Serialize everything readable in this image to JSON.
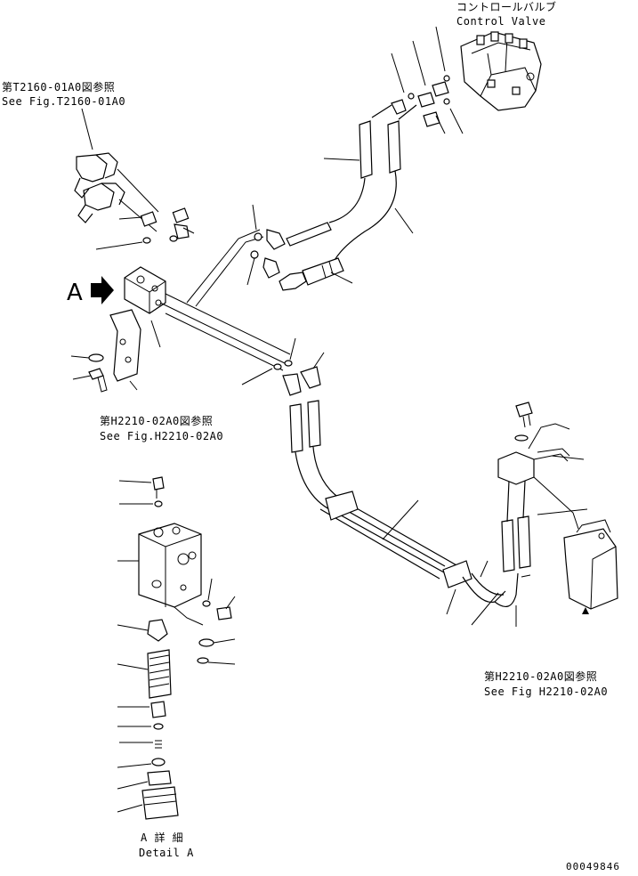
{
  "labels": {
    "control_valve_jp": "コントロールバルブ",
    "control_valve_en": "Control Valve",
    "ref_top_jp": "第T2160-01A0図参照",
    "ref_top_en": "See Fig.T2160-01A0",
    "ref_mid_jp": "第H2210-02A0図参照",
    "ref_mid_en": "See Fig.H2210-02A0",
    "ref_right_jp": "第H2210-02A0図参照",
    "ref_right_en": "See Fig H2210-02A0",
    "view_marker": "A",
    "detail_jp": "A 詳 細",
    "detail_en": "Detail A",
    "drawing_number": "00049846"
  },
  "icons": {
    "view_arrow": "arrow-right-icon"
  }
}
